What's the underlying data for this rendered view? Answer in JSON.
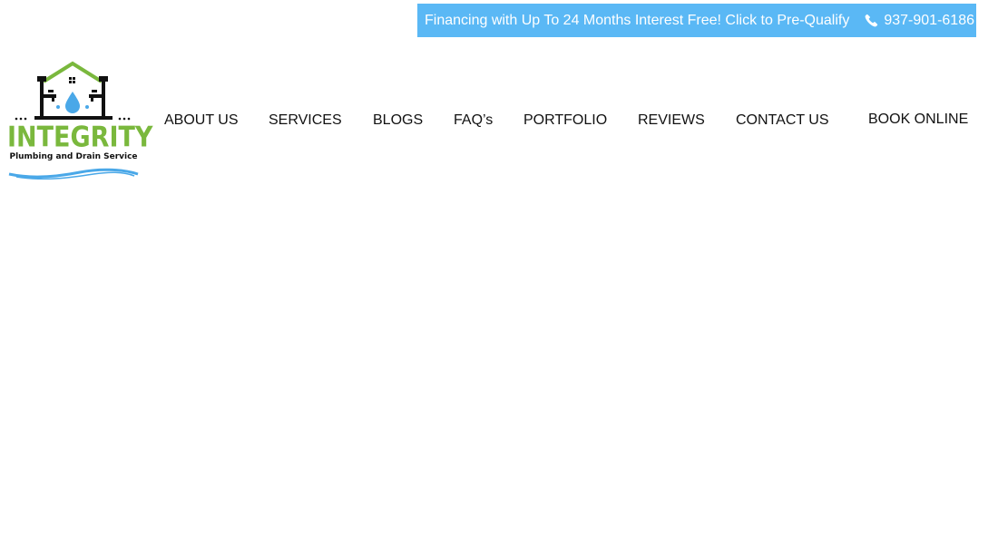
{
  "promo": {
    "text": "Financing with Up To 24 Months Interest Free! Click to Pre-Qualify",
    "phone": "937-901-6186",
    "phone_icon": "phone-icon",
    "background": "#5ab8f5"
  },
  "logo": {
    "name": "INTEGRITY",
    "tagline": "Plumbing and Drain Service",
    "brand_green": "#7ab83d",
    "brand_blue": "#4aa8e8"
  },
  "nav": {
    "items": [
      {
        "label": "ABOUT US"
      },
      {
        "label": "SERVICES"
      },
      {
        "label": "BLOGS"
      },
      {
        "label": "FAQ’s"
      },
      {
        "label": "PORTFOLIO"
      },
      {
        "label": "REVIEWS"
      },
      {
        "label": "CONTACT US"
      }
    ],
    "book_label": "BOOK ONLINE"
  }
}
